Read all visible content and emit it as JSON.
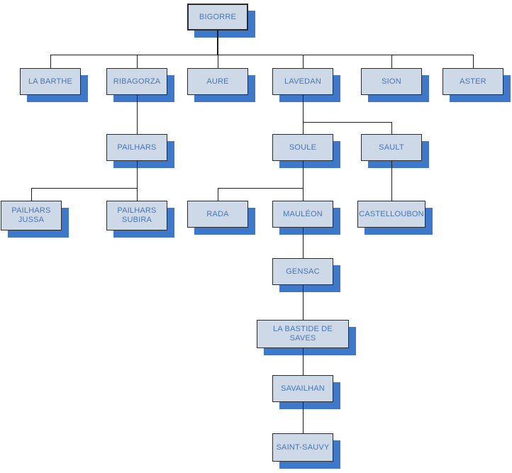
{
  "diagram": {
    "type": "org-chart-family-tree",
    "nodes": [
      {
        "label": "BIGORRE",
        "parent": null
      },
      {
        "label": "LA BARTHE",
        "parent": "BIGORRE"
      },
      {
        "label": "RIBAGORZA",
        "parent": "BIGORRE"
      },
      {
        "label": "AURE",
        "parent": "BIGORRE"
      },
      {
        "label": "LAVEDAN",
        "parent": "BIGORRE"
      },
      {
        "label": "SION",
        "parent": "BIGORRE"
      },
      {
        "label": "ASTER",
        "parent": "BIGORRE"
      },
      {
        "label": "PAILHARS",
        "parent": "RIBAGORZA"
      },
      {
        "label": "SOULE",
        "parent": "LAVEDAN"
      },
      {
        "label": "SAULT",
        "parent": "LAVEDAN"
      },
      {
        "label": "PAILHARS JUSSA",
        "parent": "PAILHARS"
      },
      {
        "label": "PAILHARS SUBIRA",
        "parent": "PAILHARS"
      },
      {
        "label": "RADA",
        "parent": "SOULE"
      },
      {
        "label": "MAULÉON",
        "parent": "SOULE"
      },
      {
        "label": "CASTELLOUBON",
        "parent": "SAULT"
      },
      {
        "label": "GENSAC",
        "parent": "MAULÉON"
      },
      {
        "label": "LA BASTIDE DE SAVES",
        "parent": "GENSAC"
      },
      {
        "label": "SAVAILHAN",
        "parent": "LA BASTIDE DE SAVES"
      },
      {
        "label": "SAINT-SAUVY",
        "parent": "SAVAILHAN"
      }
    ],
    "colors": {
      "fill": "#cdd9e7",
      "border": "#2b2b2b",
      "shadow": "#3d78cb",
      "text": "#4876b4",
      "line": "#1c1c1c",
      "bg": "#ffffff"
    }
  }
}
